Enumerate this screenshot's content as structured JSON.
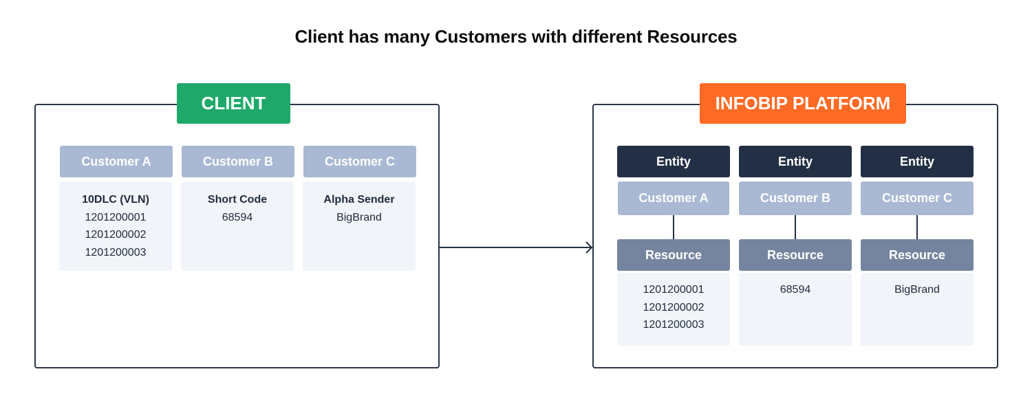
{
  "title": "Client has many Customers with different Resources",
  "client": {
    "label": "CLIENT",
    "label_color": "#1ea96a",
    "customers": [
      {
        "name": "Customer A",
        "type": "10DLC (VLN)",
        "values": [
          "1201200001",
          "1201200002",
          "1201200003"
        ]
      },
      {
        "name": "Customer B",
        "type": "Short Code",
        "values": [
          "68594"
        ]
      },
      {
        "name": "Customer C",
        "type": "Alpha Sender",
        "values": [
          "BigBrand"
        ]
      }
    ]
  },
  "platform": {
    "label": "INFOBIP PLATFORM",
    "label_color": "#ff6a24",
    "columns": [
      {
        "entity": "Entity",
        "customer": "Customer A",
        "resource": "Resource",
        "values": [
          "1201200001",
          "1201200002",
          "1201200003"
        ]
      },
      {
        "entity": "Entity",
        "customer": "Customer B",
        "resource": "Resource",
        "values": [
          "68594"
        ]
      },
      {
        "entity": "Entity",
        "customer": "Customer C",
        "resource": "Resource",
        "values": [
          "BigBrand"
        ]
      }
    ]
  },
  "colors": {
    "customer_header": "#a9b8d3",
    "entity": "#232f45",
    "resource": "#75859f",
    "card_bg": "#f1f4f9"
  }
}
